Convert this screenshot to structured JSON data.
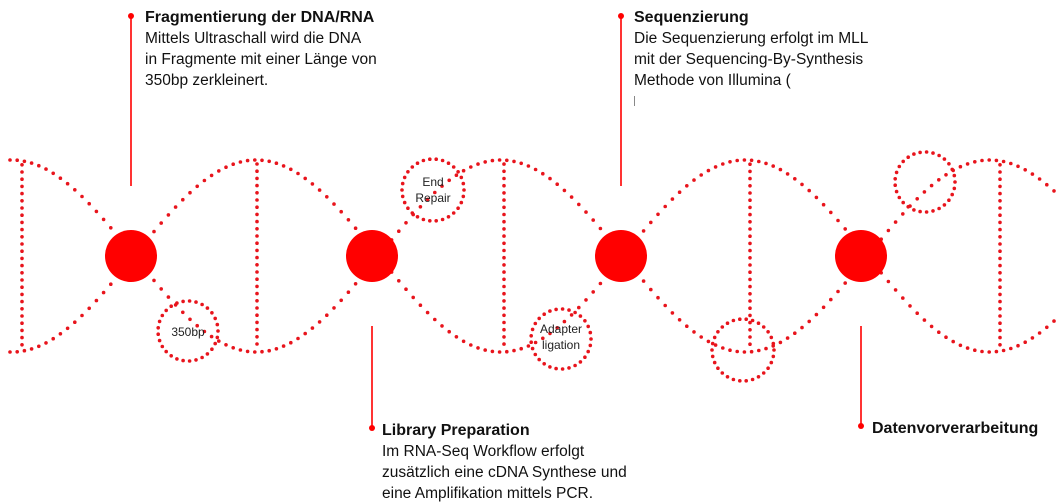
{
  "colors": {
    "accent": "#ff0000",
    "dots": "#e8141c",
    "text": "#111111"
  },
  "steps": {
    "fragment": {
      "title": "Fragmentierung der DNA/RNA",
      "lines": [
        "Mittels Ultraschall wird die DNA",
        "in Fragmente mit einer Länge von",
        "350bp zerkleinert."
      ]
    },
    "sequencing": {
      "title": "Sequenzierung",
      "lines": [
        "Die Sequenzierung erfolgt im MLL",
        "mit der Sequencing-By-Synthesis",
        "Methode von Illumina ("
      ]
    },
    "library": {
      "title": "Library Preparation",
      "lines": [
        "Im RNA-Seq Workflow erfolgt",
        "zusätzlich eine cDNA Synthese und",
        "eine Amplifikation mittels PCR."
      ]
    },
    "data": {
      "title": "Datenvorverarbeitung",
      "lines": []
    }
  },
  "bubbles": {
    "size_label": "350bp",
    "end_repair": [
      "End",
      "Repair"
    ],
    "adapter": [
      "Adapter",
      "ligation"
    ]
  }
}
